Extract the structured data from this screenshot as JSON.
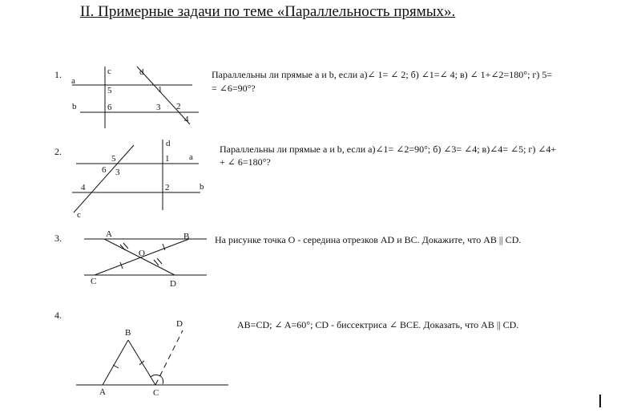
{
  "title": "II. Примерные задачи по теме «Параллельность прямых».",
  "problems": [
    {
      "number": "1.",
      "line1": "Параллельны  ли   прямые а и b, если а)∠ 1= ∠ 2; б) ∠1=∠ 4; в) ∠ 1+∠2=180°; г)   5=",
      "line2": "= ∠6=90°?",
      "labels": {
        "a": "a",
        "b": "b",
        "c": "c",
        "d": "d",
        "n1": "1",
        "n2": "2",
        "n3": "3",
        "n4": "4",
        "n5": "5",
        "n6": "6"
      }
    },
    {
      "number": "2.",
      "line1": "Параллельны ли прямые а и b, если а)∠1= ∠2=90°; б) ∠3= ∠4; в)∠4= ∠5; г) ∠4+",
      "line2": "+ ∠ 6=180°?",
      "labels": {
        "a": "a",
        "b": "b",
        "c": "c",
        "d": "d",
        "n1": "1",
        "n2": "2",
        "n3": "3",
        "n4": "4",
        "n5": "5",
        "n6": "6"
      }
    },
    {
      "number": "3.",
      "line1": "На рисунке точка О - середина отрезков AD и BC. Докажите, что AB || CD.",
      "labels": {
        "A": "A",
        "B": "B",
        "C": "C",
        "D": "D",
        "O": "O"
      }
    },
    {
      "number": "4.",
      "line1": "AB=CD; ∠ A=60°; CD - биссектриса  ∠ BCE. Доказать, что AB || CD.",
      "labels": {
        "A": "A",
        "B": "B",
        "C": "C",
        "D": "D"
      }
    }
  ]
}
